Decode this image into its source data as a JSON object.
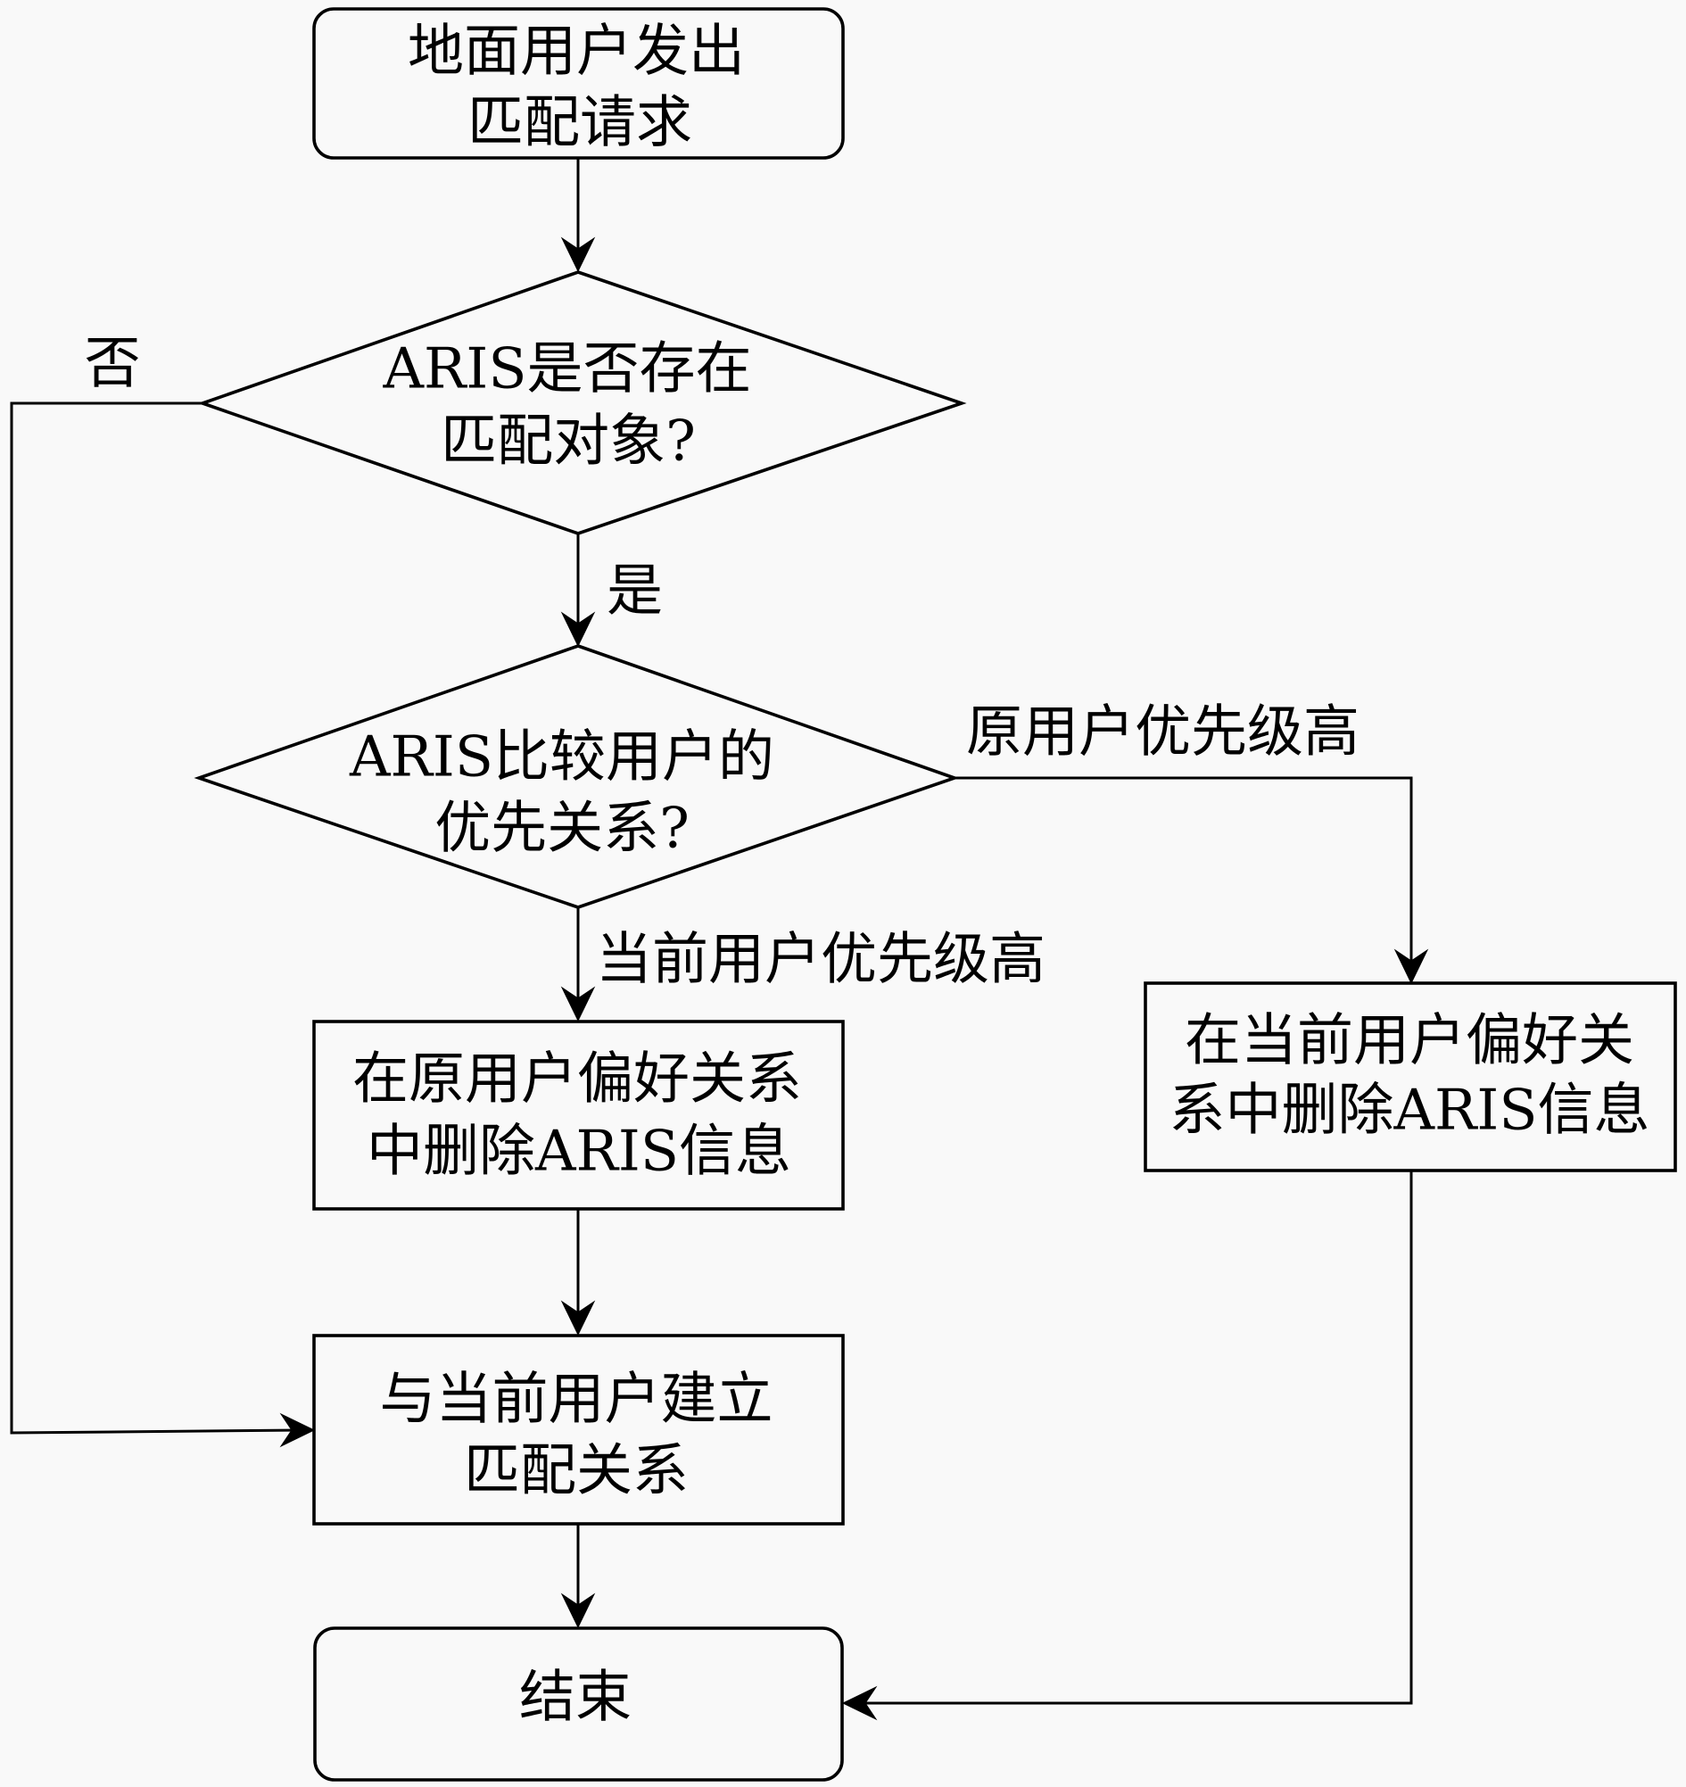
{
  "diagram": {
    "nodes": [
      {
        "id": "start",
        "type": "terminal",
        "lines": [
          "地面用户发出",
          "匹配请求"
        ]
      },
      {
        "id": "decision-match-exists",
        "type": "decision",
        "lines": [
          "ARIS是否存在",
          "匹配对象?"
        ]
      },
      {
        "id": "decision-compare-priority",
        "type": "decision",
        "lines": [
          "ARIS比较用户的",
          "优先关系?"
        ]
      },
      {
        "id": "delete-from-original",
        "type": "process",
        "lines": [
          "在原用户偏好关系",
          "中删除ARIS信息"
        ]
      },
      {
        "id": "delete-from-current",
        "type": "process",
        "lines": [
          "在当前用户偏好关",
          "系中删除ARIS信息"
        ]
      },
      {
        "id": "establish-match",
        "type": "process",
        "lines": [
          "与当前用户建立",
          "匹配关系"
        ]
      },
      {
        "id": "end",
        "type": "terminal",
        "lines": [
          "结束"
        ]
      }
    ],
    "edges": [
      {
        "from": "start",
        "to": "decision-match-exists",
        "label": ""
      },
      {
        "from": "decision-match-exists",
        "to": "decision-compare-priority",
        "label": "是"
      },
      {
        "from": "decision-match-exists",
        "to": "establish-match",
        "label": "否"
      },
      {
        "from": "decision-compare-priority",
        "to": "delete-from-current",
        "label": "原用户优先级高"
      },
      {
        "from": "decision-compare-priority",
        "to": "delete-from-original",
        "label": "当前用户优先级高"
      },
      {
        "from": "delete-from-original",
        "to": "establish-match",
        "label": ""
      },
      {
        "from": "establish-match",
        "to": "end",
        "label": ""
      },
      {
        "from": "delete-from-current",
        "to": "end",
        "label": ""
      }
    ]
  }
}
